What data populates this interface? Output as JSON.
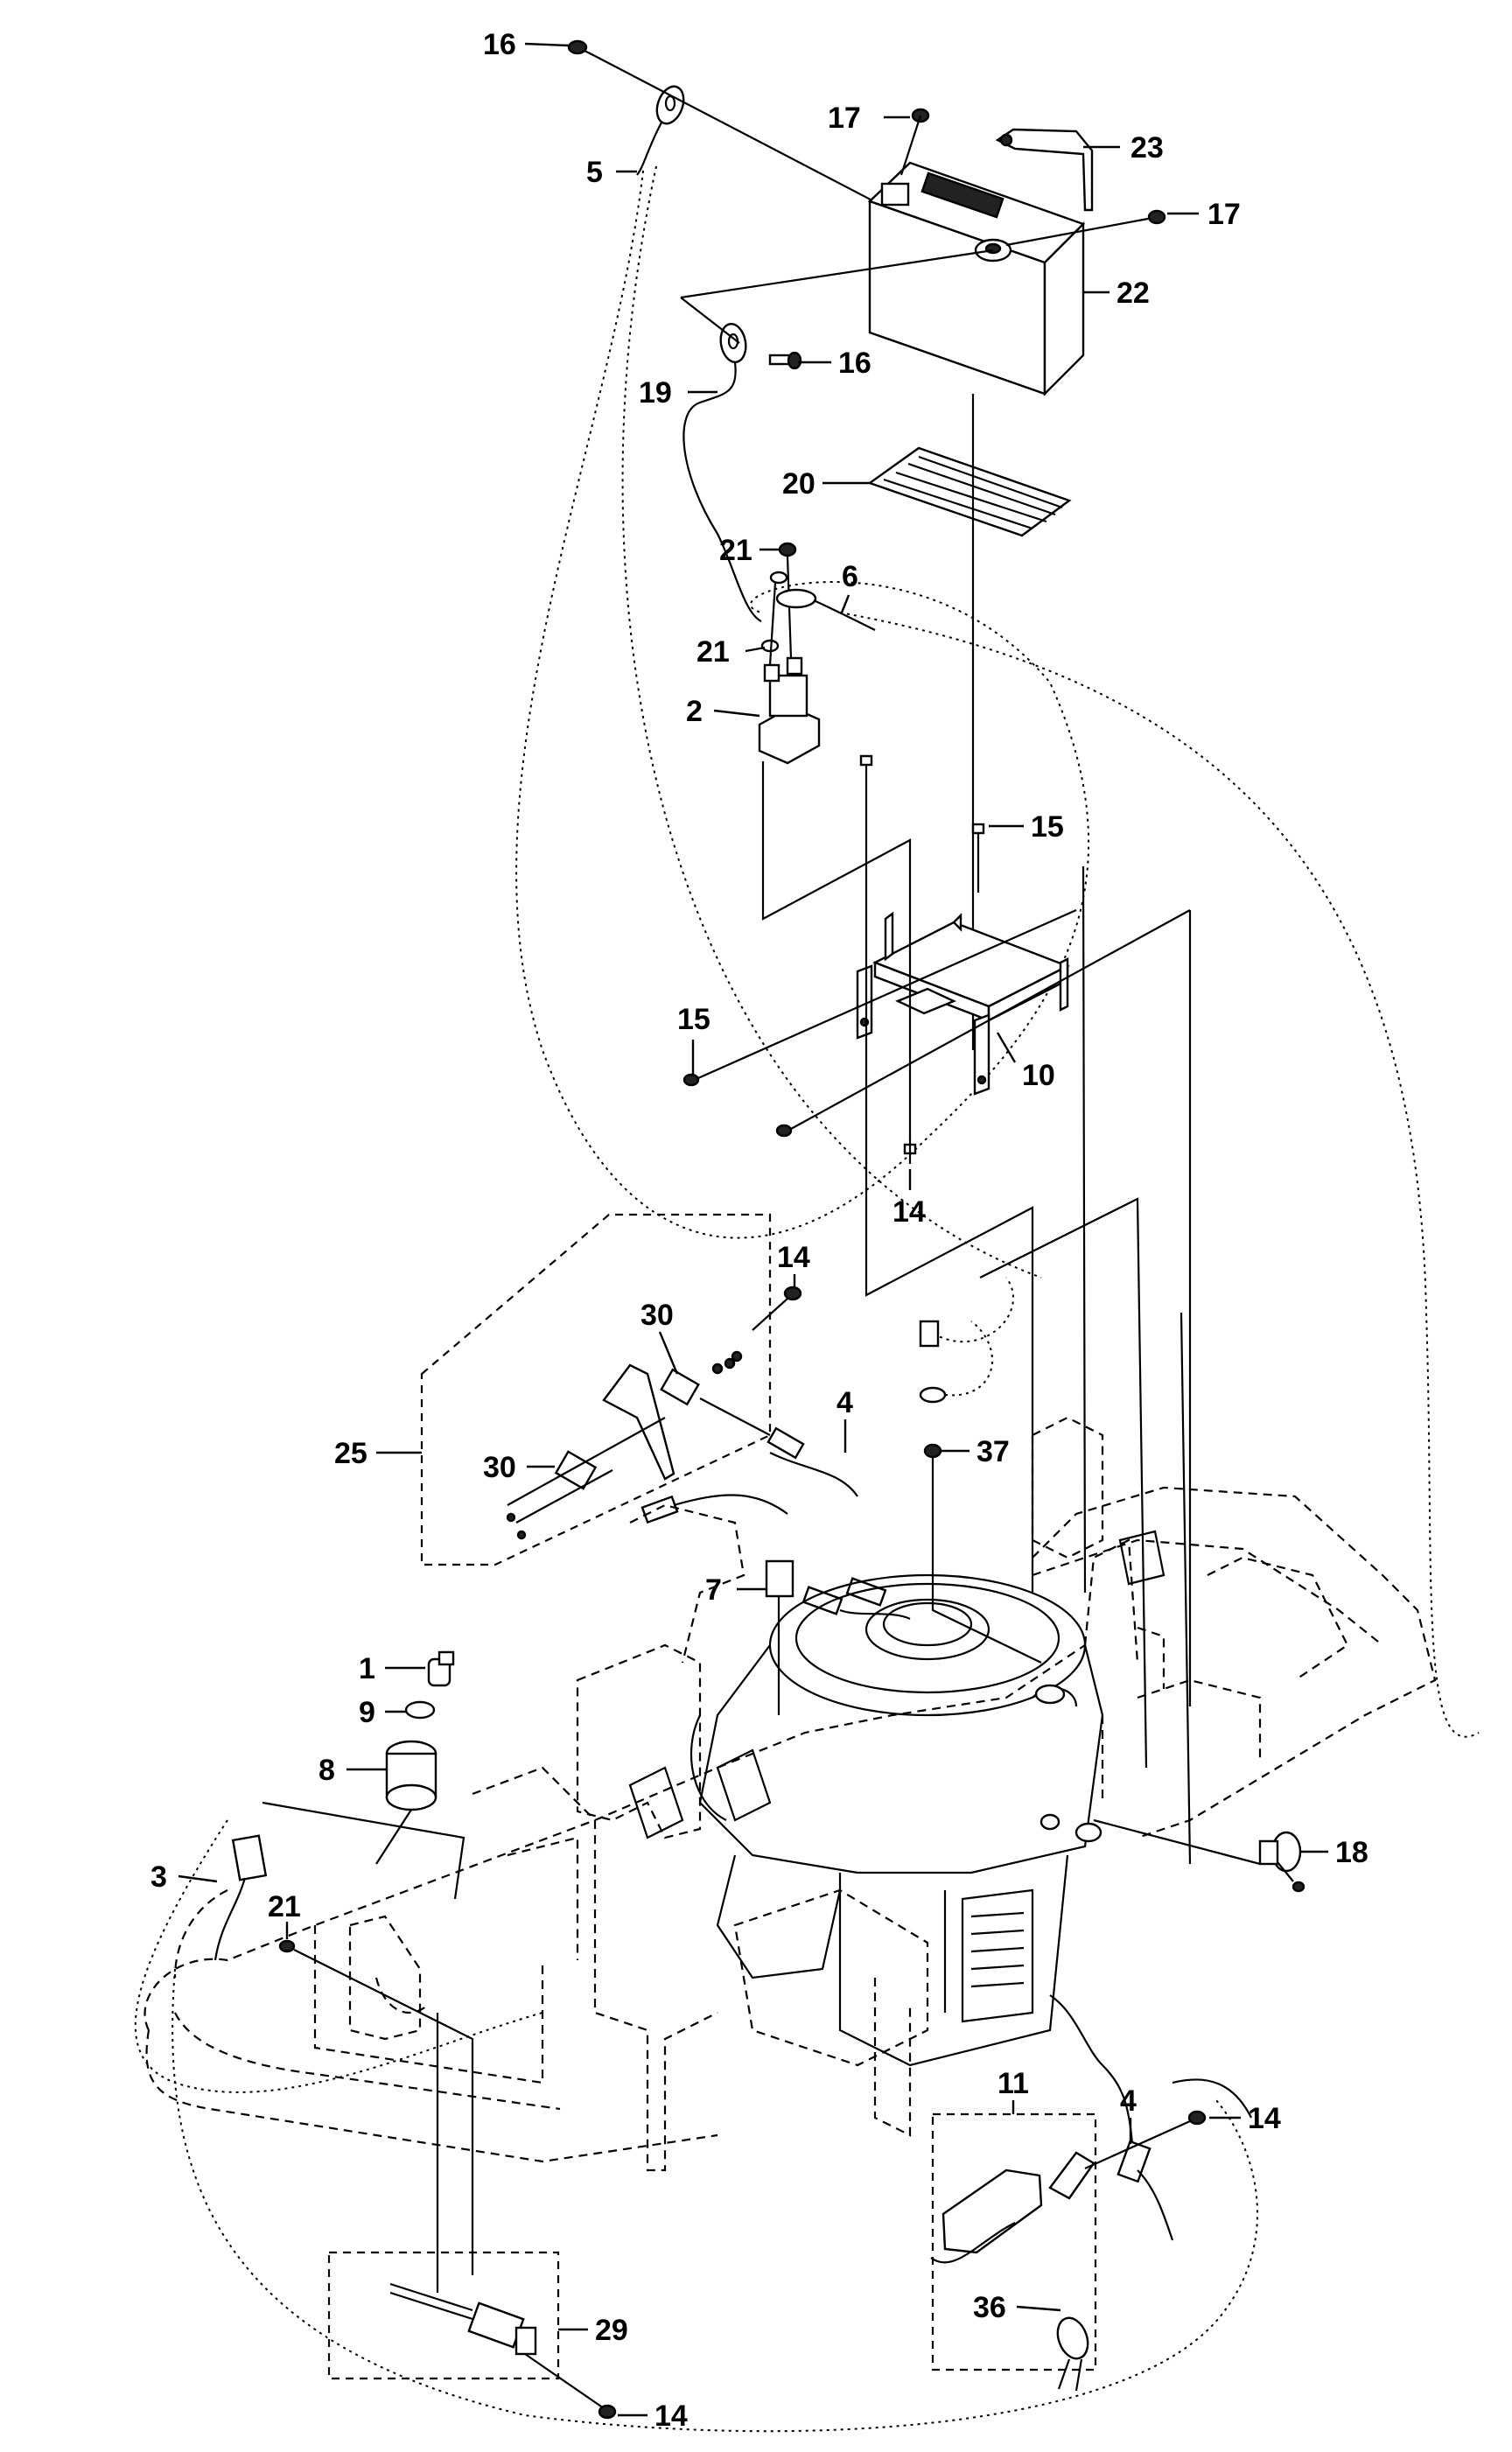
{
  "callouts": [
    {
      "id": "c16a",
      "text": "16"
    },
    {
      "id": "c5",
      "text": "5"
    },
    {
      "id": "c17a",
      "text": "17"
    },
    {
      "id": "c23",
      "text": "23"
    },
    {
      "id": "c17b",
      "text": "17"
    },
    {
      "id": "c22",
      "text": "22"
    },
    {
      "id": "c16b",
      "text": "16"
    },
    {
      "id": "c19",
      "text": "19"
    },
    {
      "id": "c20",
      "text": "20"
    },
    {
      "id": "c21a",
      "text": "21"
    },
    {
      "id": "c6",
      "text": "6"
    },
    {
      "id": "c21b",
      "text": "21"
    },
    {
      "id": "c2",
      "text": "2"
    },
    {
      "id": "c15a",
      "text": "15"
    },
    {
      "id": "c15b",
      "text": "15"
    },
    {
      "id": "c10",
      "text": "10"
    },
    {
      "id": "c14a",
      "text": "14"
    },
    {
      "id": "c14b",
      "text": "14"
    },
    {
      "id": "c30a",
      "text": "30"
    },
    {
      "id": "c4a",
      "text": "4"
    },
    {
      "id": "c25",
      "text": "25"
    },
    {
      "id": "c30b",
      "text": "30"
    },
    {
      "id": "c37",
      "text": "37"
    },
    {
      "id": "c7",
      "text": "7"
    },
    {
      "id": "c1",
      "text": "1"
    },
    {
      "id": "c9",
      "text": "9"
    },
    {
      "id": "c8",
      "text": "8"
    },
    {
      "id": "c18",
      "text": "18"
    },
    {
      "id": "c3",
      "text": "3"
    },
    {
      "id": "c21c",
      "text": "21"
    },
    {
      "id": "c4b",
      "text": "4"
    },
    {
      "id": "c14c",
      "text": "14"
    },
    {
      "id": "c11",
      "text": "11"
    },
    {
      "id": "c36",
      "text": "36"
    },
    {
      "id": "c29",
      "text": "29"
    },
    {
      "id": "c14d",
      "text": "14"
    }
  ]
}
